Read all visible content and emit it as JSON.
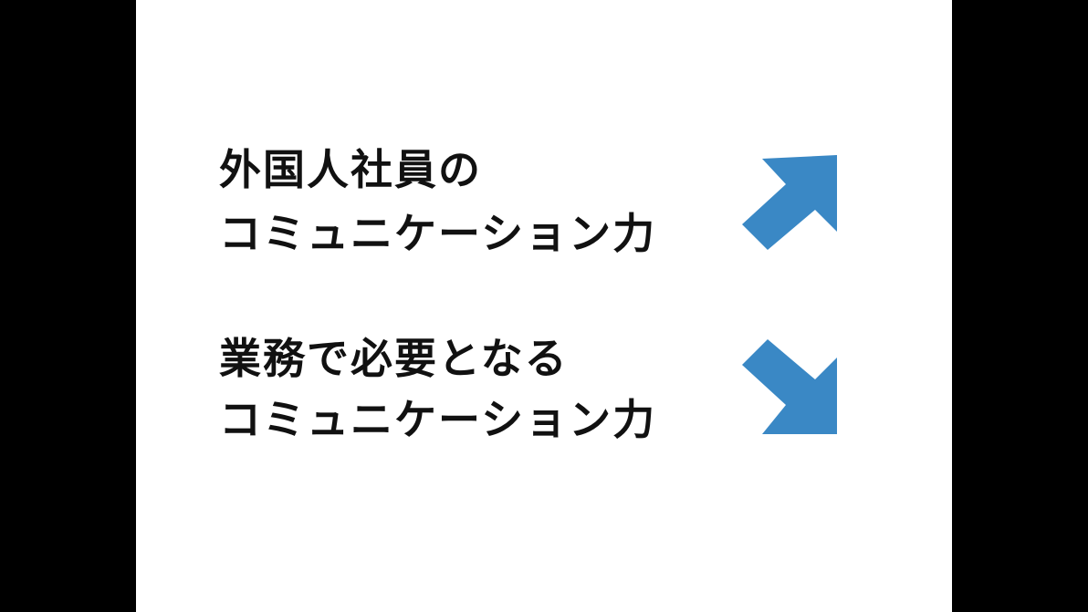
{
  "slide": {
    "item1": {
      "line1": "外国人社員の",
      "line2": "コミュニケーション力",
      "trend": "up-right-arrow-icon"
    },
    "item2": {
      "line1": "業務で必要となる",
      "line2": "コミュニケーション力",
      "trend": "down-right-arrow-icon"
    }
  },
  "colors": {
    "arrow": "#3a88c5",
    "text": "#111111",
    "background": "#ffffff",
    "letterbox": "#000000"
  }
}
